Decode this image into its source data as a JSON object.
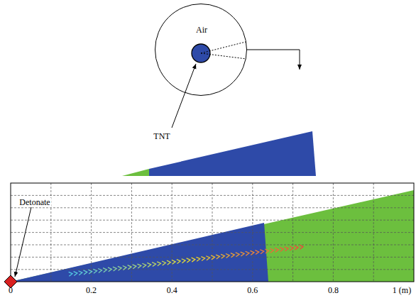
{
  "diagram": {
    "nodes": [
      {
        "text": [
          "Air"
        ]
      }
    ],
    "labels": [
      "TNT",
      "Detonate",
      "0",
      "0.2",
      "0.4",
      "0.6",
      "0.8",
      "1 (m)"
    ]
  }
}
